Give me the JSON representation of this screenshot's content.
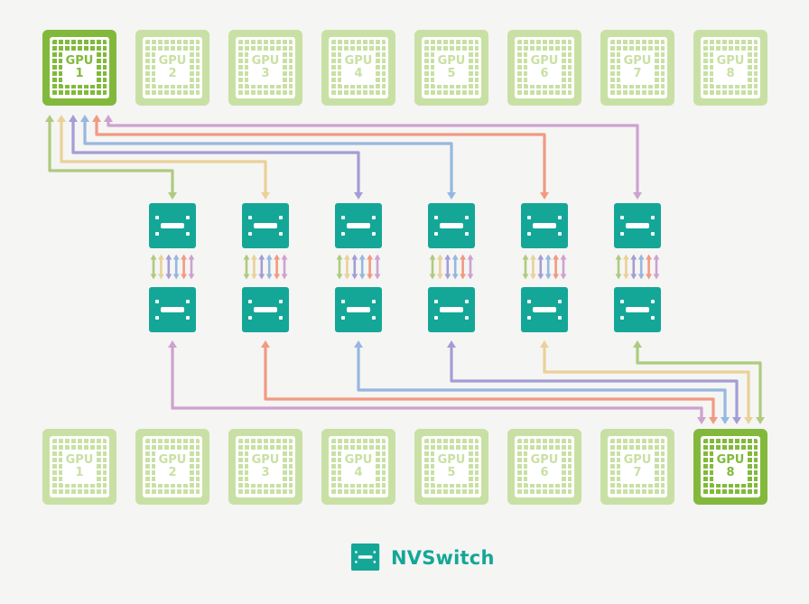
{
  "legend": {
    "label": "NVSwitch"
  },
  "gpus_top": [
    {
      "label": "GPU",
      "number": "1",
      "highlighted": true
    },
    {
      "label": "GPU",
      "number": "2",
      "highlighted": false
    },
    {
      "label": "GPU",
      "number": "3",
      "highlighted": false
    },
    {
      "label": "GPU",
      "number": "4",
      "highlighted": false
    },
    {
      "label": "GPU",
      "number": "5",
      "highlighted": false
    },
    {
      "label": "GPU",
      "number": "6",
      "highlighted": false
    },
    {
      "label": "GPU",
      "number": "7",
      "highlighted": false
    },
    {
      "label": "GPU",
      "number": "8",
      "highlighted": false
    }
  ],
  "gpus_bottom": [
    {
      "label": "GPU",
      "number": "1",
      "highlighted": false
    },
    {
      "label": "GPU",
      "number": "2",
      "highlighted": false
    },
    {
      "label": "GPU",
      "number": "3",
      "highlighted": false
    },
    {
      "label": "GPU",
      "number": "4",
      "highlighted": false
    },
    {
      "label": "GPU",
      "number": "5",
      "highlighted": false
    },
    {
      "label": "GPU",
      "number": "6",
      "highlighted": false
    },
    {
      "label": "GPU",
      "number": "7",
      "highlighted": false
    },
    {
      "label": "GPU",
      "number": "8",
      "highlighted": true
    }
  ],
  "switches": {
    "rows": 2,
    "columns": 6
  },
  "colors": {
    "background": "#F5F5F3",
    "gpu_highlight": "#82B93C",
    "gpu_faded": "#C9E0A4",
    "nvswitch": "#14A797",
    "legend_text": "#14A797",
    "links": [
      "#AECB7E",
      "#EAD199",
      "#A49DD5",
      "#97B7E0",
      "#F19A82",
      "#CDA2CF"
    ]
  },
  "top_links": [
    {
      "from": "GPU 1",
      "to": "NVSwitch 1",
      "color_index": 0
    },
    {
      "from": "GPU 1",
      "to": "NVSwitch 2",
      "color_index": 1
    },
    {
      "from": "GPU 1",
      "to": "NVSwitch 3",
      "color_index": 2
    },
    {
      "from": "GPU 1",
      "to": "NVSwitch 4",
      "color_index": 3
    },
    {
      "from": "GPU 1",
      "to": "NVSwitch 5",
      "color_index": 4
    },
    {
      "from": "GPU 1",
      "to": "NVSwitch 6",
      "color_index": 5
    }
  ],
  "bottom_links": [
    {
      "from": "NVSwitch 1",
      "to": "GPU 8",
      "color_index": 5
    },
    {
      "from": "NVSwitch 2",
      "to": "GPU 8",
      "color_index": 4
    },
    {
      "from": "NVSwitch 3",
      "to": "GPU 8",
      "color_index": 3
    },
    {
      "from": "NVSwitch 4",
      "to": "GPU 8",
      "color_index": 2
    },
    {
      "from": "NVSwitch 5",
      "to": "GPU 8",
      "color_index": 1
    },
    {
      "from": "NVSwitch 6",
      "to": "GPU 8",
      "color_index": 0
    }
  ],
  "pair_links": {
    "count_per_pair": 6
  }
}
